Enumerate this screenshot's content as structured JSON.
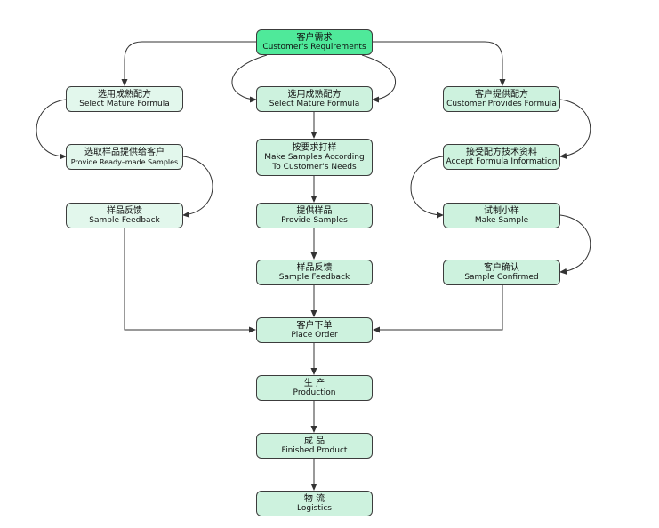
{
  "nodes": {
    "top": {
      "zh": "客户需求",
      "en": "Customer's Requirements"
    },
    "l1": {
      "zh": "选用成熟配方",
      "en": "Select Mature Formula"
    },
    "l2": {
      "zh": "选取样品提供给客户",
      "en": "Provide Ready–made Samples"
    },
    "l3": {
      "zh": "样品反馈",
      "en": "Sample Feedback"
    },
    "c1": {
      "zh": "选用成熟配方",
      "en": "Select Mature Formula"
    },
    "c2": {
      "zh": "按要求打样",
      "en1": "Make Samples According",
      "en2": "To Customer's Needs"
    },
    "c3": {
      "zh": "提供样品",
      "en": "Provide Samples"
    },
    "c4": {
      "zh": "样品反馈",
      "en": "Sample Feedback"
    },
    "r1": {
      "zh": "客户提供配方",
      "en": "Customer Provides Formula"
    },
    "r2": {
      "zh": "接受配方技术资料",
      "en": "Accept Formula Information"
    },
    "r3": {
      "zh": "试制小样",
      "en": "Make Sample"
    },
    "r4": {
      "zh": "客户确认",
      "en": "Sample Confirmed"
    },
    "order": {
      "zh": "客户下单",
      "en": "Place Order"
    },
    "prod": {
      "zh": "生 产",
      "en": "Production"
    },
    "fin": {
      "zh": "成 品",
      "en": "Finished Product"
    },
    "log": {
      "zh": "物 流",
      "en": "Logistics"
    }
  },
  "colors": {
    "light_node": "#e2f7ec",
    "mid_node": "#cdf2de",
    "bright_node": "#4fe99a",
    "line": "#333333"
  }
}
